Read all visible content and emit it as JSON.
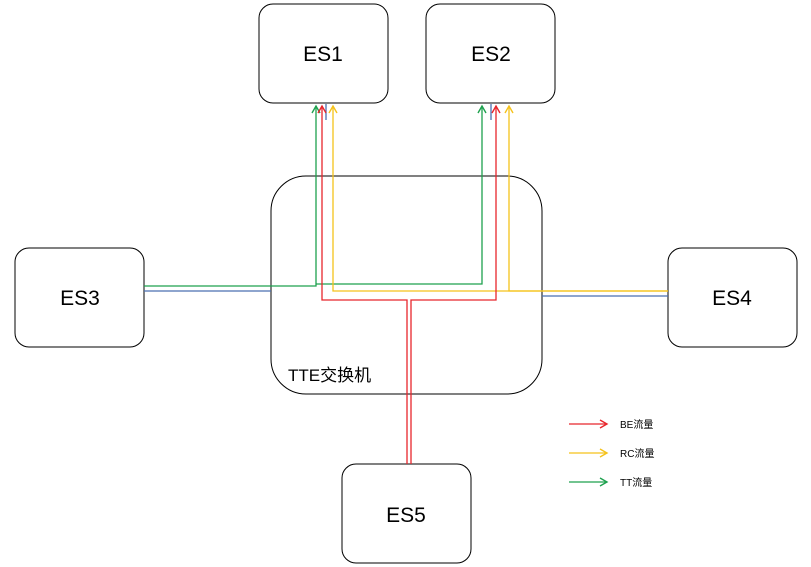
{
  "colors": {
    "be": "#e8262c",
    "rc": "#f5c21b",
    "tt": "#1ea14e",
    "extra": "#4a6fb0",
    "box_stroke": "#000000"
  },
  "nodes": {
    "es1": {
      "label": "ES1"
    },
    "es2": {
      "label": "ES2"
    },
    "es3": {
      "label": "ES3"
    },
    "es4": {
      "label": "ES4"
    },
    "es5": {
      "label": "ES5"
    },
    "switch": {
      "label": "TTE交换机"
    }
  },
  "legend": {
    "items": [
      {
        "key": "be",
        "label": "BE流量",
        "color": "#e8262c"
      },
      {
        "key": "rc",
        "label": "RC流量",
        "color": "#f5c21b"
      },
      {
        "key": "tt",
        "label": "TT流量",
        "color": "#1ea14e"
      }
    ]
  }
}
